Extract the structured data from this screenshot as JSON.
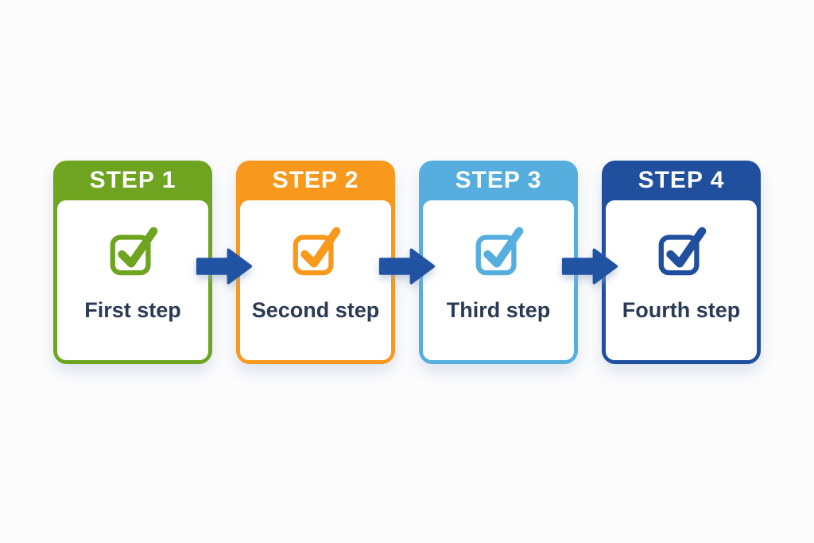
{
  "figure": {
    "name": "four-step-process-diagram",
    "background_color": "#fcfcfd",
    "card_body_color": "#ffffff",
    "text_color": "#2b3a55"
  },
  "steps": [
    {
      "header": "STEP 1",
      "label": "First step",
      "color": "#6ea41f",
      "icon": "checkbox-check-icon"
    },
    {
      "header": "STEP 2",
      "label": "Second step",
      "color": "#f8991d",
      "icon": "checkbox-check-icon"
    },
    {
      "header": "STEP 3",
      "label": "Third step",
      "color": "#55aedd",
      "icon": "checkbox-check-icon"
    },
    {
      "header": "STEP 4",
      "label": "Fourth step",
      "color": "#1f4f9d",
      "icon": "checkbox-check-icon"
    }
  ],
  "arrows": {
    "color": "#2153a3",
    "direction": "right",
    "count": 3,
    "icon": "arrow-right-icon"
  }
}
